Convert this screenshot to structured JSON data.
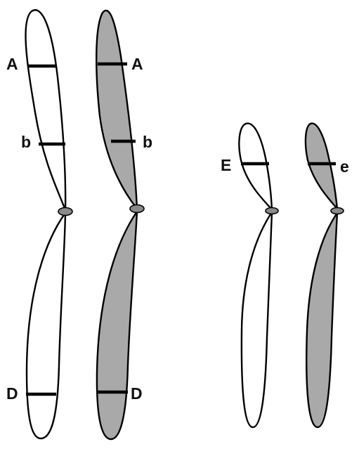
{
  "colors": {
    "unshaded_fill": "#ffffff",
    "shaded_fill": "#a9a9a9",
    "outline": "#000000",
    "centromere": "#8a8a8a"
  },
  "chromosomes": [
    {
      "id": "large-white",
      "fill": "unshaded_fill",
      "band_labels": [
        "A",
        "b",
        "D"
      ]
    },
    {
      "id": "large-gray",
      "fill": "shaded_fill",
      "band_labels": [
        "A",
        "b",
        "D"
      ]
    },
    {
      "id": "small-white",
      "fill": "unshaded_fill",
      "band_labels": [
        "E"
      ]
    },
    {
      "id": "small-gray",
      "fill": "shaded_fill",
      "band_labels": [
        "e"
      ]
    }
  ]
}
